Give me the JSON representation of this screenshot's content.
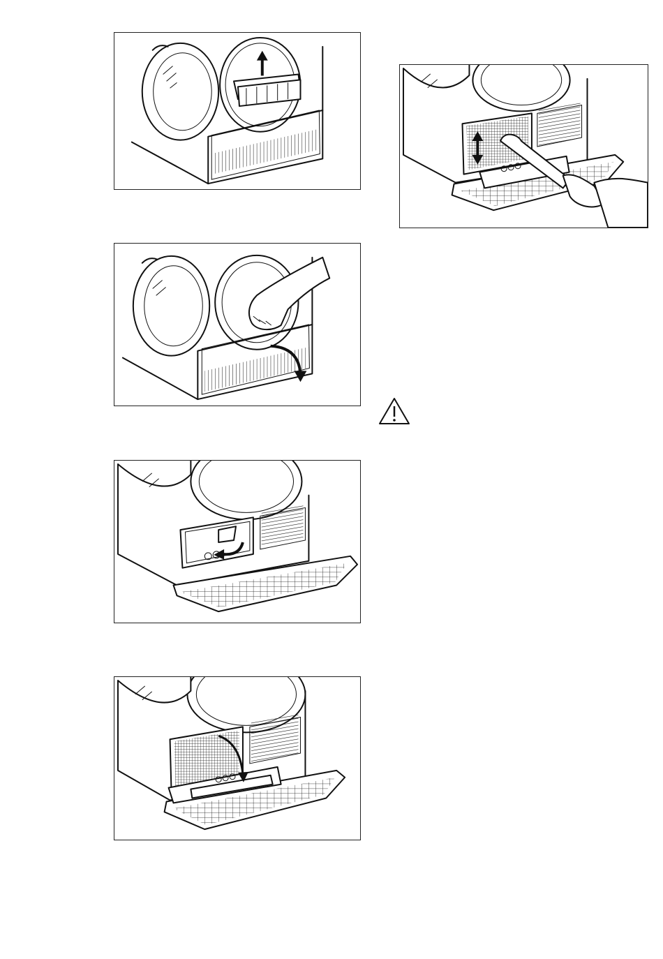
{
  "figures": [
    {
      "id": "remove-filter",
      "arrow-icon": "arrow-up-icon"
    },
    {
      "id": "open-plinth",
      "arrow-icon": "curved-arrow-down-icon"
    },
    {
      "id": "release-lever",
      "arrow-icon": "curved-arrow-left-icon"
    },
    {
      "id": "lower-filter",
      "arrow-icon": "curved-arrow-down-icon"
    },
    {
      "id": "clean-filter",
      "arrow-icon": "double-arrow-vertical-icon"
    }
  ],
  "warning": {
    "icon": "warning-triangle-icon",
    "color": "#111111"
  }
}
